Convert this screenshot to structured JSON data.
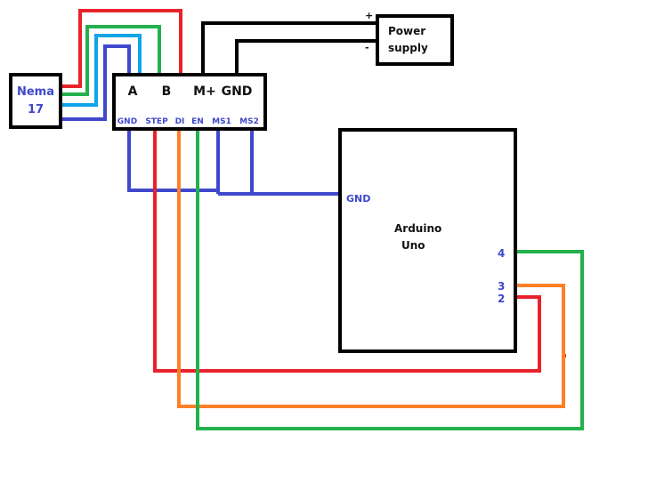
{
  "colors": {
    "red": "#e8222a",
    "green": "#22b14c",
    "light_blue": "#0ea5e9",
    "blue": "#3f48cc",
    "orange": "#ff7f27",
    "black": "#000000",
    "label_dark": "#111111",
    "label_blue": "#3f48cc"
  },
  "motor": {
    "line1": "Nema",
    "line2": "17"
  },
  "driver": {
    "top_pins": [
      "A",
      "B",
      "M+",
      "GND"
    ],
    "bottom_pins": [
      "GND",
      "STEP",
      "DI",
      "EN",
      "MS1",
      "MS2"
    ]
  },
  "power_supply": {
    "line1": "Power",
    "line2": "supply",
    "plus": "+",
    "minus": "-"
  },
  "arduino": {
    "line1": "Arduino",
    "line2": "Uno",
    "gnd": "GND",
    "pin4": "4",
    "pin3": "3",
    "pin2": "2"
  }
}
